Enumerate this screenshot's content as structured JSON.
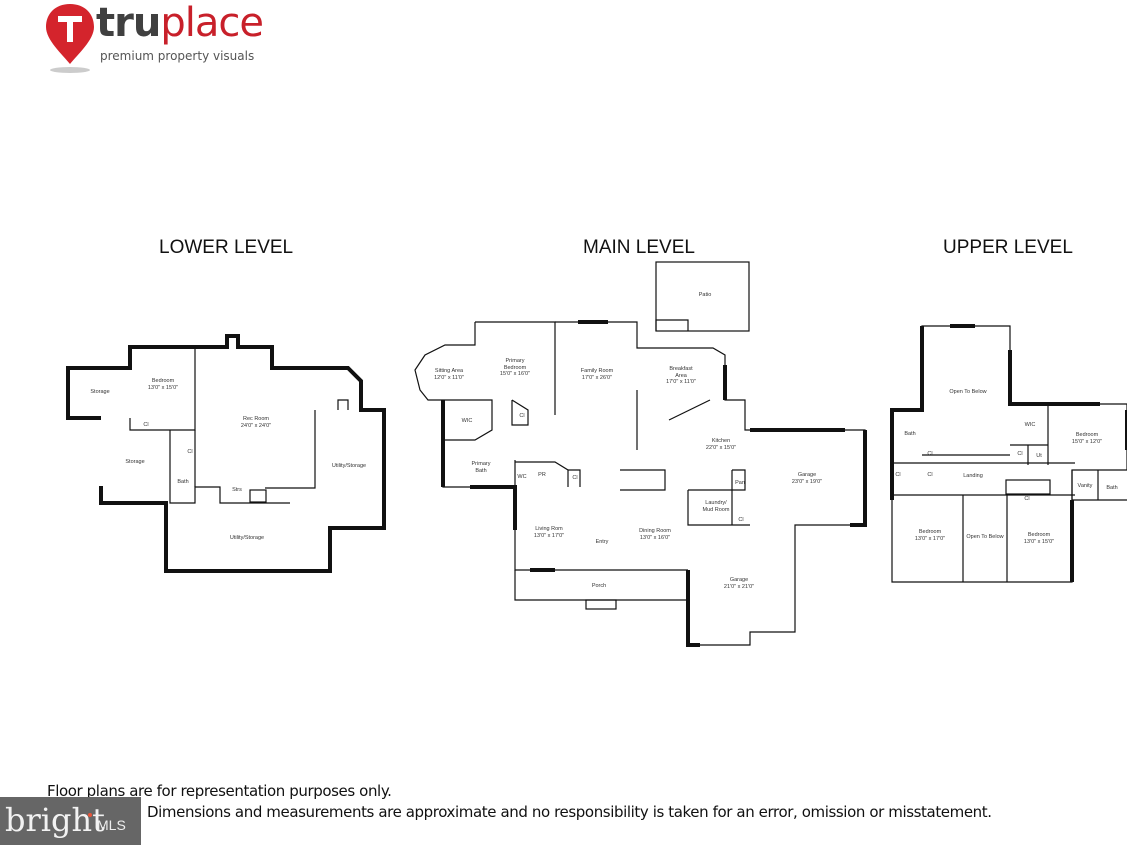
{
  "logo": {
    "brand_dark": "tru",
    "brand_red": "place",
    "tagline": "premium property visuals"
  },
  "levels": {
    "lower": {
      "title": "LOWER LEVEL",
      "rooms": [
        {
          "name": "Storage"
        },
        {
          "name": "Bedroom",
          "size": "13'0\" x 15'0\""
        },
        {
          "name": "Cl"
        },
        {
          "name": "Rec Room",
          "size": "24'0\" x 24'0\""
        },
        {
          "name": "Storage"
        },
        {
          "name": "Cl"
        },
        {
          "name": "Bath"
        },
        {
          "name": "Strs"
        },
        {
          "name": "Utility/Storage"
        },
        {
          "name": "Utility/Storage"
        }
      ]
    },
    "main": {
      "title": "MAIN LEVEL",
      "rooms": [
        {
          "name": "Patio"
        },
        {
          "name": "Sitting Area",
          "size": "12'0\" x 11'0\""
        },
        {
          "name": "Primary Bedroom",
          "size": "15'0\" x 16'0\""
        },
        {
          "name": "Family Room",
          "size": "17'0\" x 26'0\""
        },
        {
          "name": "Breakfast Area",
          "size": "17'0\" x 11'0\""
        },
        {
          "name": "WIC"
        },
        {
          "name": "Cl"
        },
        {
          "name": "Kitchen",
          "size": "22'0\" x 15'0\""
        },
        {
          "name": "Primary Bath"
        },
        {
          "name": "WC"
        },
        {
          "name": "PR"
        },
        {
          "name": "Cl"
        },
        {
          "name": "Pan"
        },
        {
          "name": "Garage",
          "size": "23'0\" x 19'0\""
        },
        {
          "name": "Laundry/ Mud Room"
        },
        {
          "name": "Cl"
        },
        {
          "name": "Living Rom",
          "size": "13'0\" x 17'0\""
        },
        {
          "name": "Entry"
        },
        {
          "name": "Dining Room",
          "size": "13'0\" x 16'0\""
        },
        {
          "name": "Porch"
        },
        {
          "name": "Garage",
          "size": "21'0\" x 21'0\""
        }
      ]
    },
    "upper": {
      "title": "UPPER LEVEL",
      "rooms": [
        {
          "name": "Open To Below"
        },
        {
          "name": "Bath"
        },
        {
          "name": "WIC"
        },
        {
          "name": "Bedroom",
          "size": "15'0\" x 12'0\""
        },
        {
          "name": "Cl"
        },
        {
          "name": "Cl"
        },
        {
          "name": "Cl"
        },
        {
          "name": "Cl"
        },
        {
          "name": "Ut"
        },
        {
          "name": "Landing"
        },
        {
          "name": "Vanity"
        },
        {
          "name": "Bath"
        },
        {
          "name": "Cl"
        },
        {
          "name": "Bedroom",
          "size": "13'0\" x 17'0\""
        },
        {
          "name": "Open To Below"
        },
        {
          "name": "Bedroom",
          "size": "13'0\" x 15'0\""
        }
      ]
    }
  },
  "disclaimer": {
    "line1": "Floor plans are for representation purposes only.",
    "line2": "Dimensions and measurements are approximate and no responsibility is taken for an error, omission or misstatement."
  },
  "watermark": {
    "brand": "bright",
    "suffix": "MLS"
  }
}
